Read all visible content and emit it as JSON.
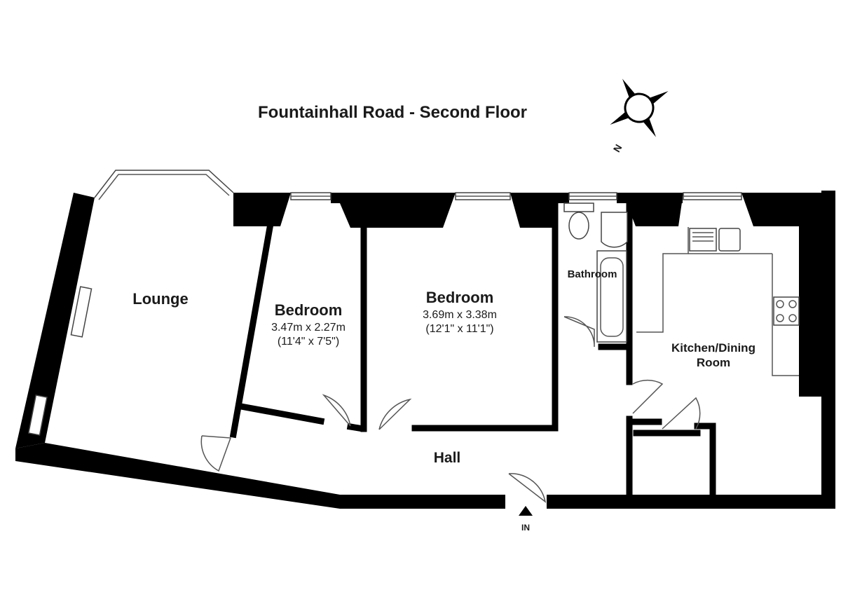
{
  "title": "Fountainhall Road - Second Floor",
  "compass": {
    "label": "N"
  },
  "rooms": {
    "lounge": {
      "name": "Lounge"
    },
    "bedroom1": {
      "name": "Bedroom",
      "dim_m": "3.47m x 2.27m",
      "dim_ft": "(11'4\" x 7'5\")"
    },
    "bedroom2": {
      "name": "Bedroom",
      "dim_m": "3.69m x 3.38m",
      "dim_ft": "(12'1\" x 11'1\")"
    },
    "bathroom": {
      "name": "Bathroom"
    },
    "kitchen": {
      "line1": "Kitchen/Dining",
      "line2": "Room"
    },
    "hall": {
      "name": "Hall"
    }
  },
  "entrance": {
    "label": "IN"
  }
}
